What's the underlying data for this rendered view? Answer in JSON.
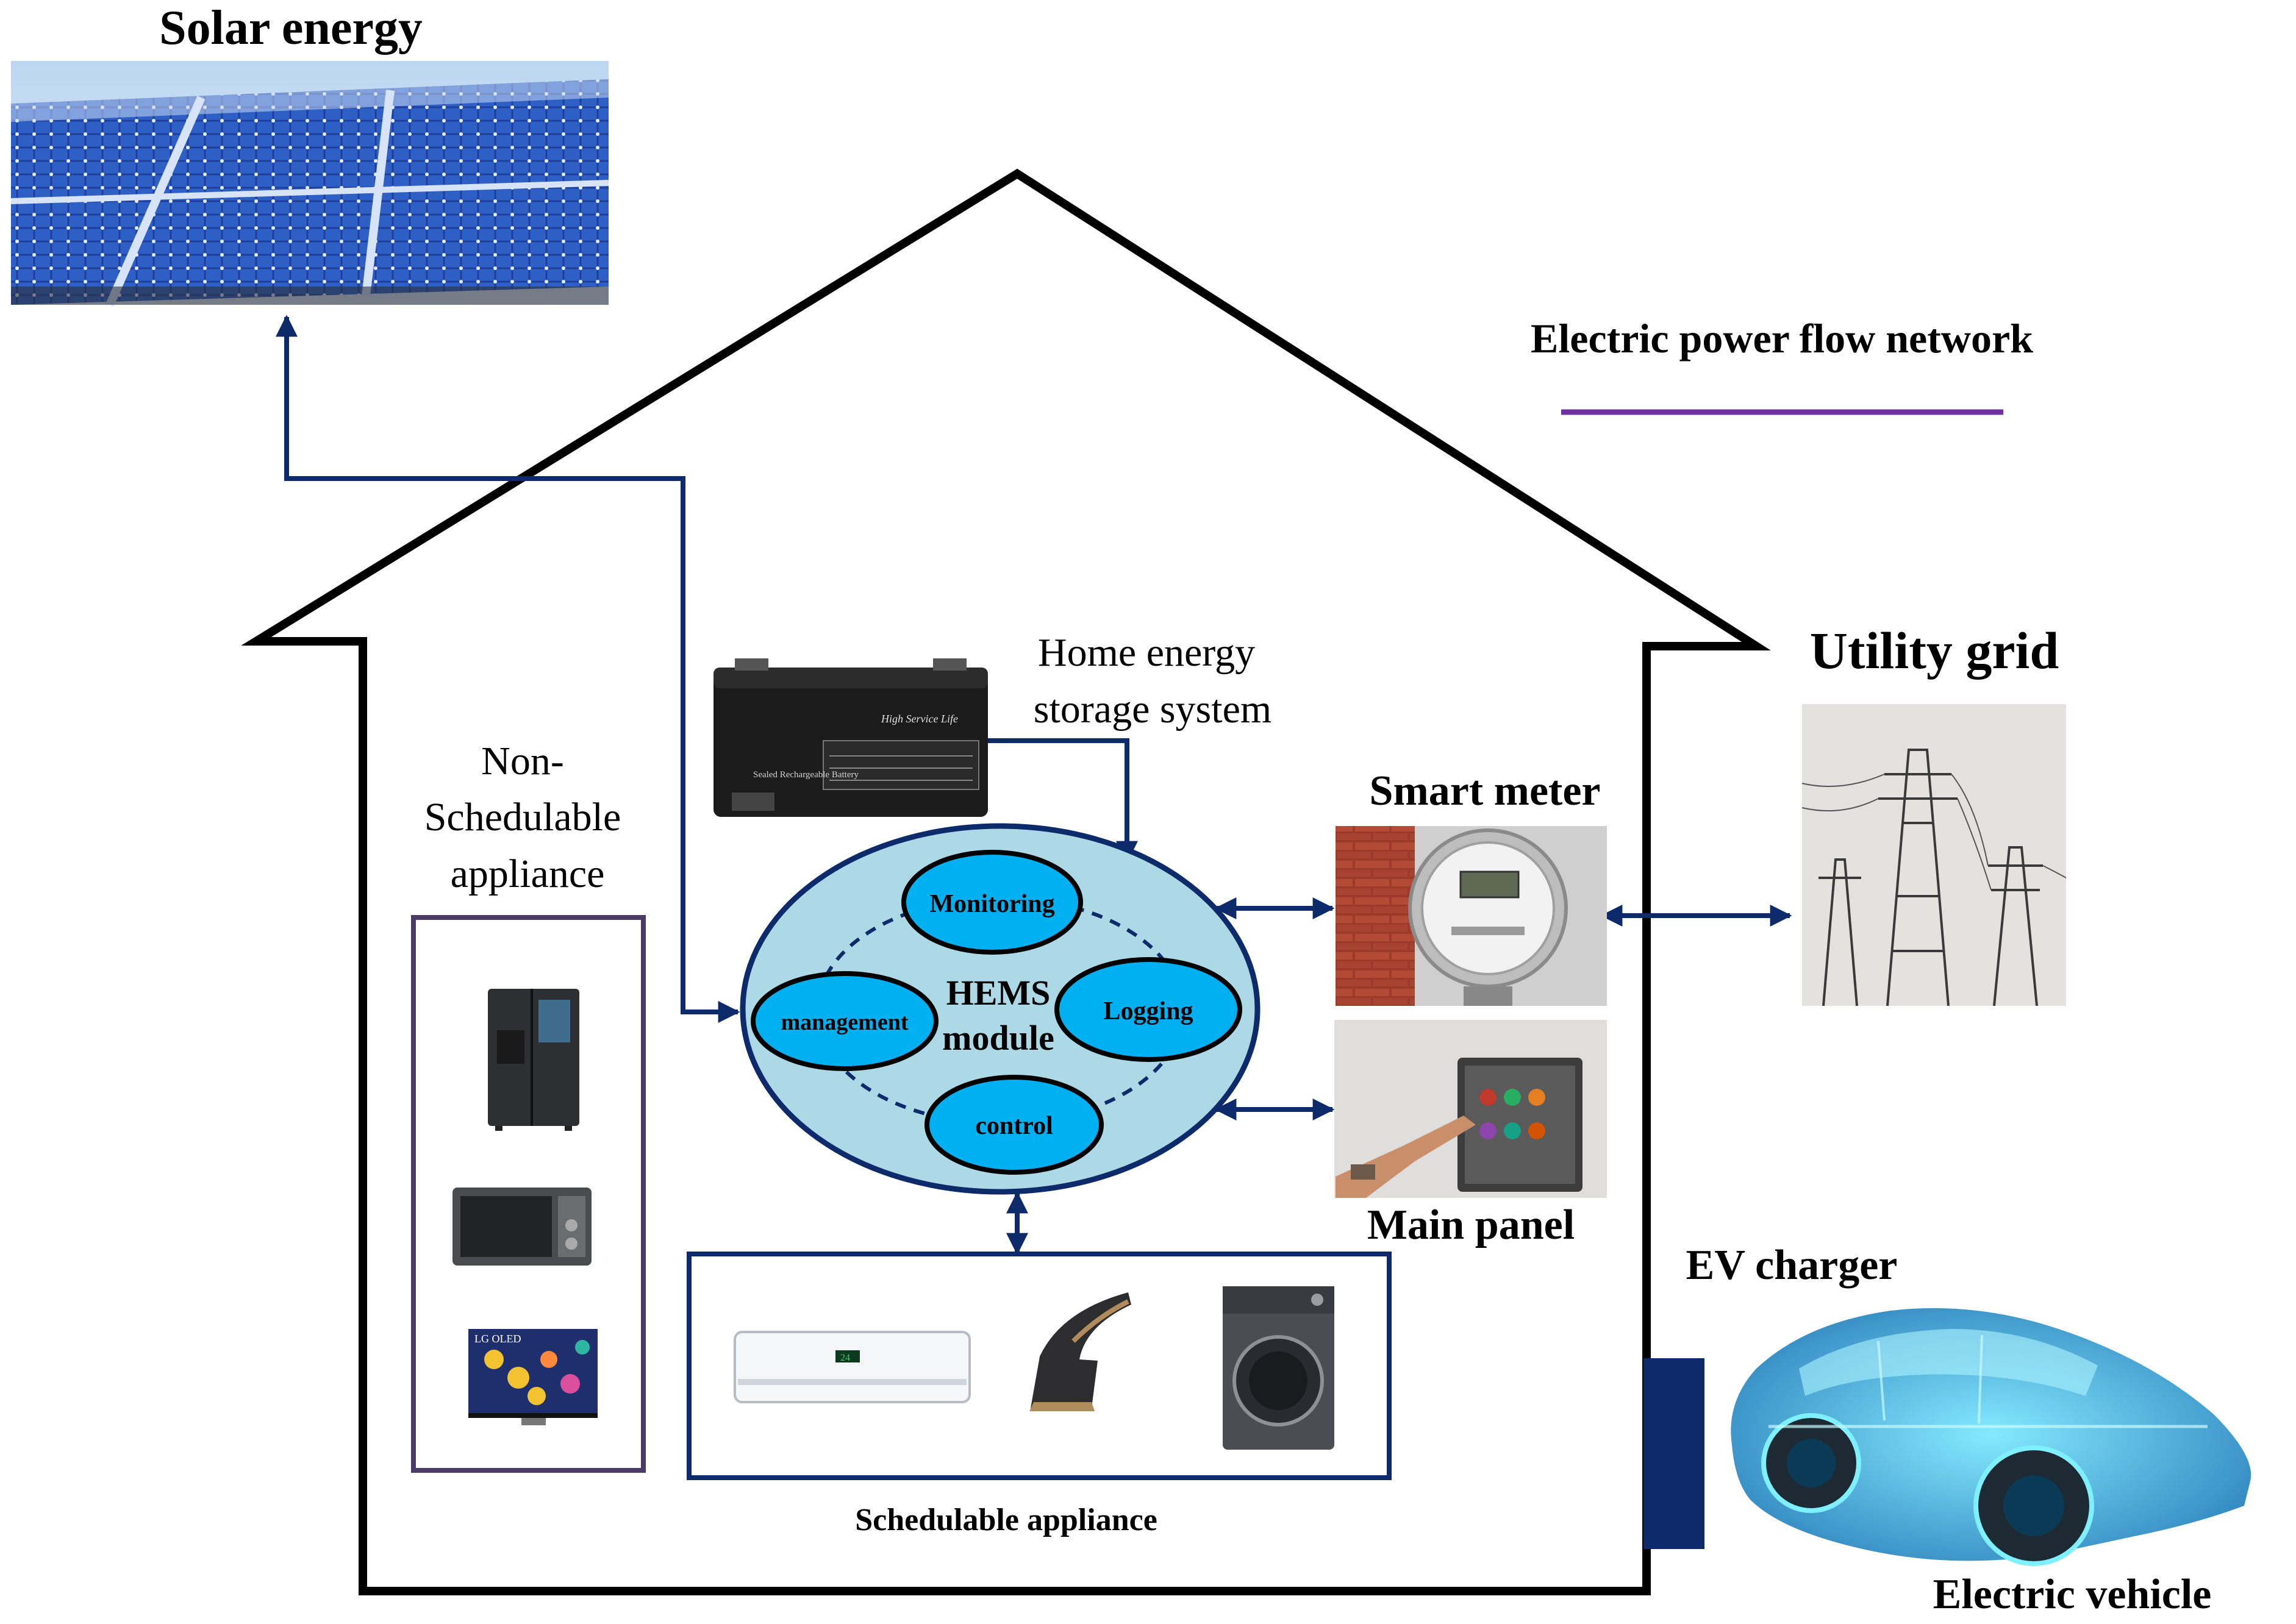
{
  "labels": {
    "solar": "Solar energy",
    "legend": "Electric power flow network",
    "storage_line1": "Home energy",
    "storage_line2": "storage system",
    "non_sched_line1": "Non-",
    "non_sched_line2": "Schedulable",
    "non_sched_line3": "appliance",
    "smart_meter": "Smart meter",
    "utility_grid": "Utility grid",
    "main_panel": "Main panel",
    "ev_charger": "EV charger",
    "electric_vehicle": "Electric vehicle",
    "schedulable": "Schedulable appliance"
  },
  "hems": {
    "title_line1": "HEMS",
    "title_line2": "module",
    "monitoring": "Monitoring",
    "logging": "Logging",
    "control": "control",
    "management": "management"
  },
  "device_text": {
    "battery_label": "Sealed Rechargeable Battery",
    "battery_brand": "High Service Life",
    "tv_brand": "LG OLED",
    "ac_display": "24"
  },
  "colors": {
    "flow_arrow": "#0d2a6b",
    "legend_line": "#7030a0",
    "hems_fill": "#add8e6",
    "hems_border": "#0d2a6b",
    "node_fill": "#00b0f0",
    "non_sched_border": "#4b3b66",
    "ev_charger_fill": "#0d2a6b"
  },
  "icons": {
    "solar": "solar-panel-photo",
    "battery": "battery-photo",
    "smart_meter": "smart-meter-photo",
    "utility_grid": "transmission-tower-photo",
    "main_panel": "touch-panel-photo",
    "fridge": "refrigerator-photo",
    "microwave": "microwave-photo",
    "tv": "television-photo",
    "ac": "air-conditioner-photo",
    "iron": "iron-photo",
    "washer": "washing-machine-photo",
    "ev": "electric-car-photo"
  }
}
